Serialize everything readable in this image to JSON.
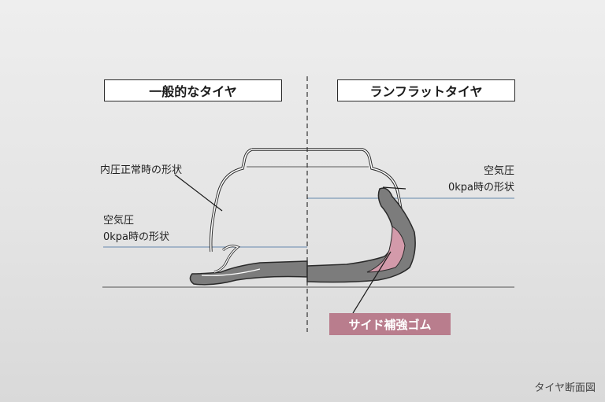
{
  "labels": {
    "normal_tire": "一般的なタイヤ",
    "runflat_tire": "ランフラットタイヤ",
    "normal_pressure_shape": "内圧正常時の形状",
    "air_pressure": "空気圧",
    "zero_kpa_shape": "0kpa時の形状",
    "side_reinforcement_rubber": "サイド補強ゴム",
    "caption": "タイヤ断面図"
  },
  "colors": {
    "background": "#e6e6e6",
    "tire_gray": "#7a7a7a",
    "reinforcement_pink": "#c98a9c",
    "badge_bg": "#b97d8d",
    "reference_line": "#8fa6bf",
    "outline": "#2a2a2a"
  }
}
